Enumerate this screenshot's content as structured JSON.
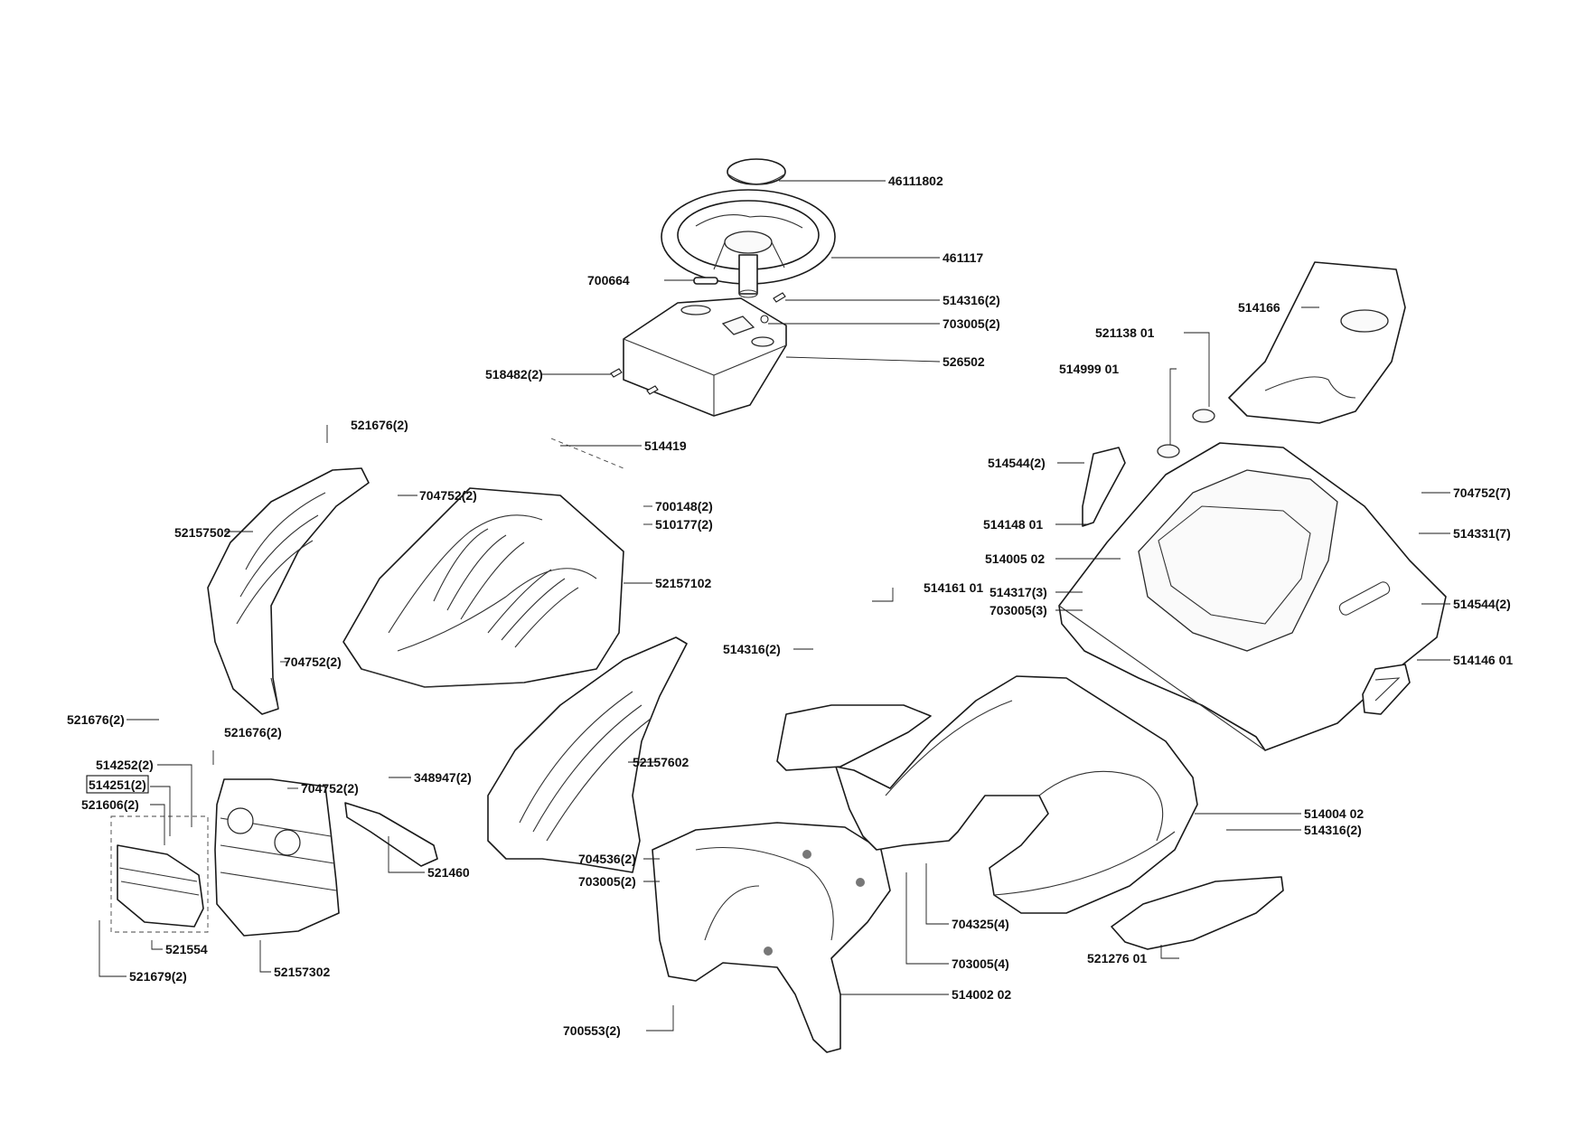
{
  "diagram": {
    "colors": {
      "line": "#1a1a1a",
      "background": "#ffffff"
    },
    "parts": [
      {
        "id": "p1",
        "number": "46111802"
      },
      {
        "id": "p2",
        "number": "461117"
      },
      {
        "id": "p3",
        "number": "700664"
      },
      {
        "id": "p4",
        "number": "514316(2)"
      },
      {
        "id": "p5",
        "number": "703005(2)"
      },
      {
        "id": "p6",
        "number": "518482(2)"
      },
      {
        "id": "p7",
        "number": "526502"
      },
      {
        "id": "p8",
        "number": "521676(2)"
      },
      {
        "id": "p9",
        "number": "514419"
      },
      {
        "id": "p10",
        "number": "704752(2)"
      },
      {
        "id": "p11",
        "number": "700148(2)"
      },
      {
        "id": "p12",
        "number": "510177(2)"
      },
      {
        "id": "p13",
        "number": "52157502"
      },
      {
        "id": "p14",
        "number": "52157102"
      },
      {
        "id": "p15",
        "number": "704752(2)"
      },
      {
        "id": "p16",
        "number": "521676(2)"
      },
      {
        "id": "p17",
        "number": "521676(2)"
      },
      {
        "id": "p18",
        "number": "514252(2)"
      },
      {
        "id": "p19",
        "number": "514251(2)"
      },
      {
        "id": "p20",
        "number": "521606(2)"
      },
      {
        "id": "p21",
        "number": "704752(2)"
      },
      {
        "id": "p22",
        "number": "348947(2)"
      },
      {
        "id": "p23",
        "number": "52157602"
      },
      {
        "id": "p24",
        "number": "521460"
      },
      {
        "id": "p25",
        "number": "521554"
      },
      {
        "id": "p26",
        "number": "521679(2)"
      },
      {
        "id": "p27",
        "number": "52157302"
      },
      {
        "id": "p28",
        "number": "704536(2)"
      },
      {
        "id": "p29",
        "number": "703005(2)"
      },
      {
        "id": "p30",
        "number": "704325(4)"
      },
      {
        "id": "p31",
        "number": "703005(4)"
      },
      {
        "id": "p32",
        "number": "514002 02"
      },
      {
        "id": "p33",
        "number": "700553(2)"
      },
      {
        "id": "p34",
        "number": "514166"
      },
      {
        "id": "p35",
        "number": "521138 01"
      },
      {
        "id": "p36",
        "number": "514999 01"
      },
      {
        "id": "p37",
        "number": "514544(2)"
      },
      {
        "id": "p38",
        "number": "514148 01"
      },
      {
        "id": "p39",
        "number": "704752(7)"
      },
      {
        "id": "p40",
        "number": "514331(7)"
      },
      {
        "id": "p41",
        "number": "514005 02"
      },
      {
        "id": "p42",
        "number": "514161 01"
      },
      {
        "id": "p43",
        "number": "514317(3)"
      },
      {
        "id": "p44",
        "number": "703005(3)"
      },
      {
        "id": "p45",
        "number": "514544(2)"
      },
      {
        "id": "p46",
        "number": "514316(2)"
      },
      {
        "id": "p47",
        "number": "514146 01"
      },
      {
        "id": "p48",
        "number": "514004 02"
      },
      {
        "id": "p49",
        "number": "514316(2)"
      },
      {
        "id": "p50",
        "number": "521276 01"
      }
    ]
  }
}
